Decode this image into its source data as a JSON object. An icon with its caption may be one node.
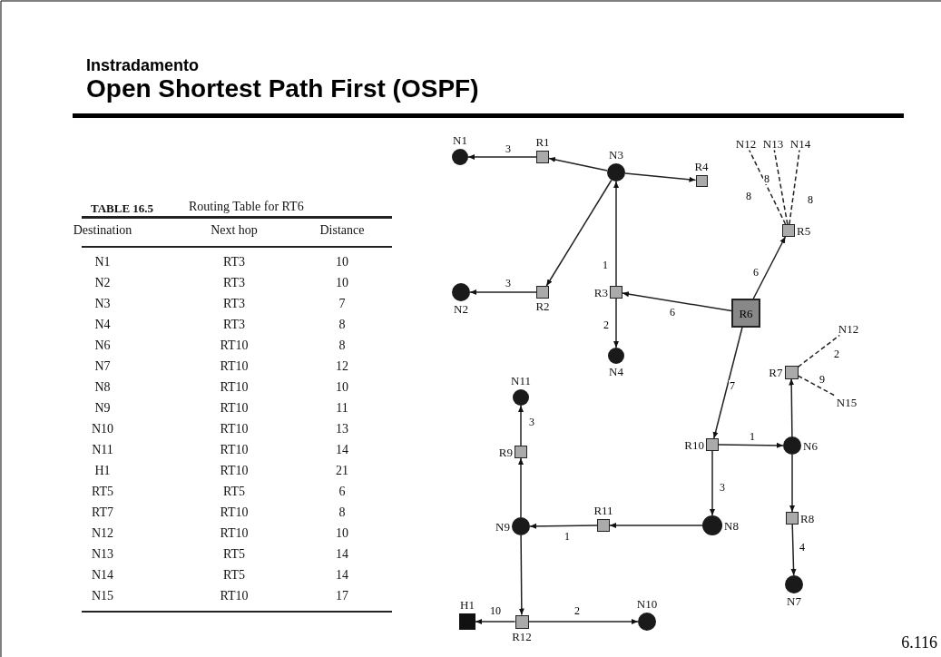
{
  "diagram": {
    "title": "Open Shortest Path First (OSPF)",
    "nodes": [
      {
        "text": [
          "N1"
        ]
      },
      {
        "text": [
          "R1"
        ]
      },
      {
        "text": [
          "N3"
        ]
      },
      {
        "text": [
          "R4"
        ]
      },
      {
        "text": [
          "N12"
        ]
      },
      {
        "text": [
          "N13"
        ]
      },
      {
        "text": [
          "N14"
        ]
      },
      {
        "text": [
          "R5"
        ]
      },
      {
        "text": [
          "N2"
        ]
      },
      {
        "text": [
          "R2"
        ]
      },
      {
        "text": [
          "R3"
        ]
      },
      {
        "text": [
          "R6"
        ]
      },
      {
        "text": [
          "N4"
        ]
      },
      {
        "text": [
          "N12"
        ]
      },
      {
        "text": [
          "R7"
        ]
      },
      {
        "text": [
          "N15"
        ]
      },
      {
        "text": [
          "N11"
        ]
      },
      {
        "text": [
          "R9"
        ]
      },
      {
        "text": [
          "R10"
        ]
      },
      {
        "text": [
          "N6"
        ]
      },
      {
        "text": [
          "R11"
        ]
      },
      {
        "text": [
          "N8"
        ]
      },
      {
        "text": [
          "N9"
        ]
      },
      {
        "text": [
          "R8"
        ]
      },
      {
        "text": [
          "N7"
        ]
      },
      {
        "text": [
          "H1"
        ]
      },
      {
        "text": [
          "R12"
        ]
      },
      {
        "text": [
          "N10"
        ]
      }
    ],
    "edges": [
      {
        "from": 11,
        "to": 7,
        "arrow": "to",
        "label": "6"
      },
      {
        "from": 11,
        "to": 10,
        "arrow": "to",
        "label": "6"
      },
      {
        "from": 11,
        "to": 18,
        "arrow": "to",
        "label": "7"
      },
      {
        "from": 10,
        "to": 2,
        "arrow": "to",
        "label": "1"
      },
      {
        "from": 10,
        "to": 12,
        "arrow": "to",
        "label": "2"
      },
      {
        "from": 2,
        "to": 1,
        "arrow": "to"
      },
      {
        "from": 2,
        "to": 9,
        "arrow": "to"
      },
      {
        "from": 2,
        "to": 3,
        "arrow": "to"
      },
      {
        "from": 1,
        "to": 0,
        "arrow": "to",
        "label": "3"
      },
      {
        "from": 9,
        "to": 8,
        "arrow": "to",
        "label": "3"
      },
      {
        "from": 7,
        "to": 4,
        "arrow": "none",
        "label": "8",
        "style": "dashed"
      },
      {
        "from": 7,
        "to": 5,
        "arrow": "none",
        "label": "8",
        "style": "dashed"
      },
      {
        "from": 7,
        "to": 6,
        "arrow": "none",
        "label": "8",
        "style": "dashed"
      },
      {
        "from": 18,
        "to": 19,
        "arrow": "to",
        "label": "1"
      },
      {
        "from": 18,
        "to": 21,
        "arrow": "to",
        "label": "3"
      },
      {
        "from": 19,
        "to": 14,
        "arrow": "to"
      },
      {
        "from": 19,
        "to": 23,
        "arrow": "to"
      },
      {
        "from": 14,
        "to": 13,
        "arrow": "none",
        "label": "2",
        "style": "dashed"
      },
      {
        "from": 14,
        "to": 15,
        "arrow": "none",
        "label": "9",
        "style": "dashed"
      },
      {
        "from": 23,
        "to": 24,
        "arrow": "to",
        "label": "4"
      },
      {
        "from": 21,
        "to": 20,
        "arrow": "to"
      },
      {
        "from": 20,
        "to": 22,
        "arrow": "to",
        "label": "1"
      },
      {
        "from": 22,
        "to": 17,
        "arrow": "to"
      },
      {
        "from": 17,
        "to": 16,
        "arrow": "to",
        "label": "3"
      },
      {
        "from": 22,
        "to": 26,
        "arrow": "to"
      },
      {
        "from": 26,
        "to": 25,
        "arrow": "to",
        "label": "10"
      },
      {
        "from": 26,
        "to": 27,
        "arrow": "to",
        "label": "2"
      }
    ],
    "labels": [
      "Instradamento",
      "TABLE 16.5",
      "Routing Table for RT6",
      "Destination",
      "Next hop",
      "Distance",
      "N1",
      "RT3",
      "10",
      "N2",
      "RT3",
      "10",
      "N3",
      "RT3",
      "7",
      "N4",
      "RT3",
      "8",
      "N6",
      "RT10",
      "8",
      "N7",
      "RT10",
      "12",
      "N8",
      "RT10",
      "10",
      "N9",
      "RT10",
      "11",
      "N10",
      "RT10",
      "13",
      "N11",
      "RT10",
      "14",
      "H1",
      "RT10",
      "21",
      "RT5",
      "RT5",
      "6",
      "RT7",
      "RT10",
      "8",
      "N12",
      "RT10",
      "10",
      "N13",
      "RT5",
      "14",
      "N14",
      "RT5",
      "14",
      "N15",
      "RT10",
      "17",
      "6.116"
    ]
  }
}
